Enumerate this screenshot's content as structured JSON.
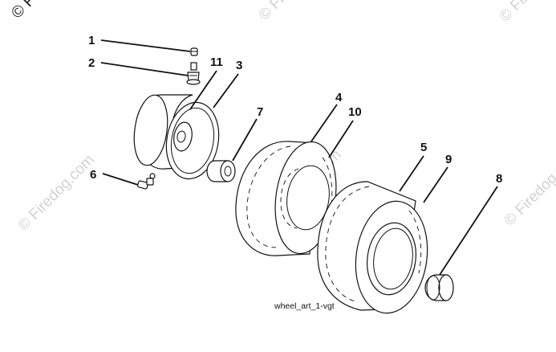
{
  "watermark": {
    "text": "© Firedog.com",
    "copyright_corner": "© Fire"
  },
  "caption": "wheel_art_1-vgt",
  "callouts": [
    {
      "id": "1",
      "label": "1",
      "part": "valve-cap"
    },
    {
      "id": "2",
      "label": "2",
      "part": "valve-stem"
    },
    {
      "id": "11",
      "label": "11",
      "part": "rim-ring"
    },
    {
      "id": "3",
      "label": "3",
      "part": "wheel-rim"
    },
    {
      "id": "7",
      "label": "7",
      "part": "bearing-sleeve"
    },
    {
      "id": "4",
      "label": "4",
      "part": "front-tire"
    },
    {
      "id": "10",
      "label": "10",
      "part": "front-tire-tread"
    },
    {
      "id": "6",
      "label": "6",
      "part": "grease-fitting"
    },
    {
      "id": "5",
      "label": "5",
      "part": "rear-tire"
    },
    {
      "id": "9",
      "label": "9",
      "part": "rear-tire-tread"
    },
    {
      "id": "8",
      "label": "8",
      "part": "hub-bushing"
    }
  ]
}
